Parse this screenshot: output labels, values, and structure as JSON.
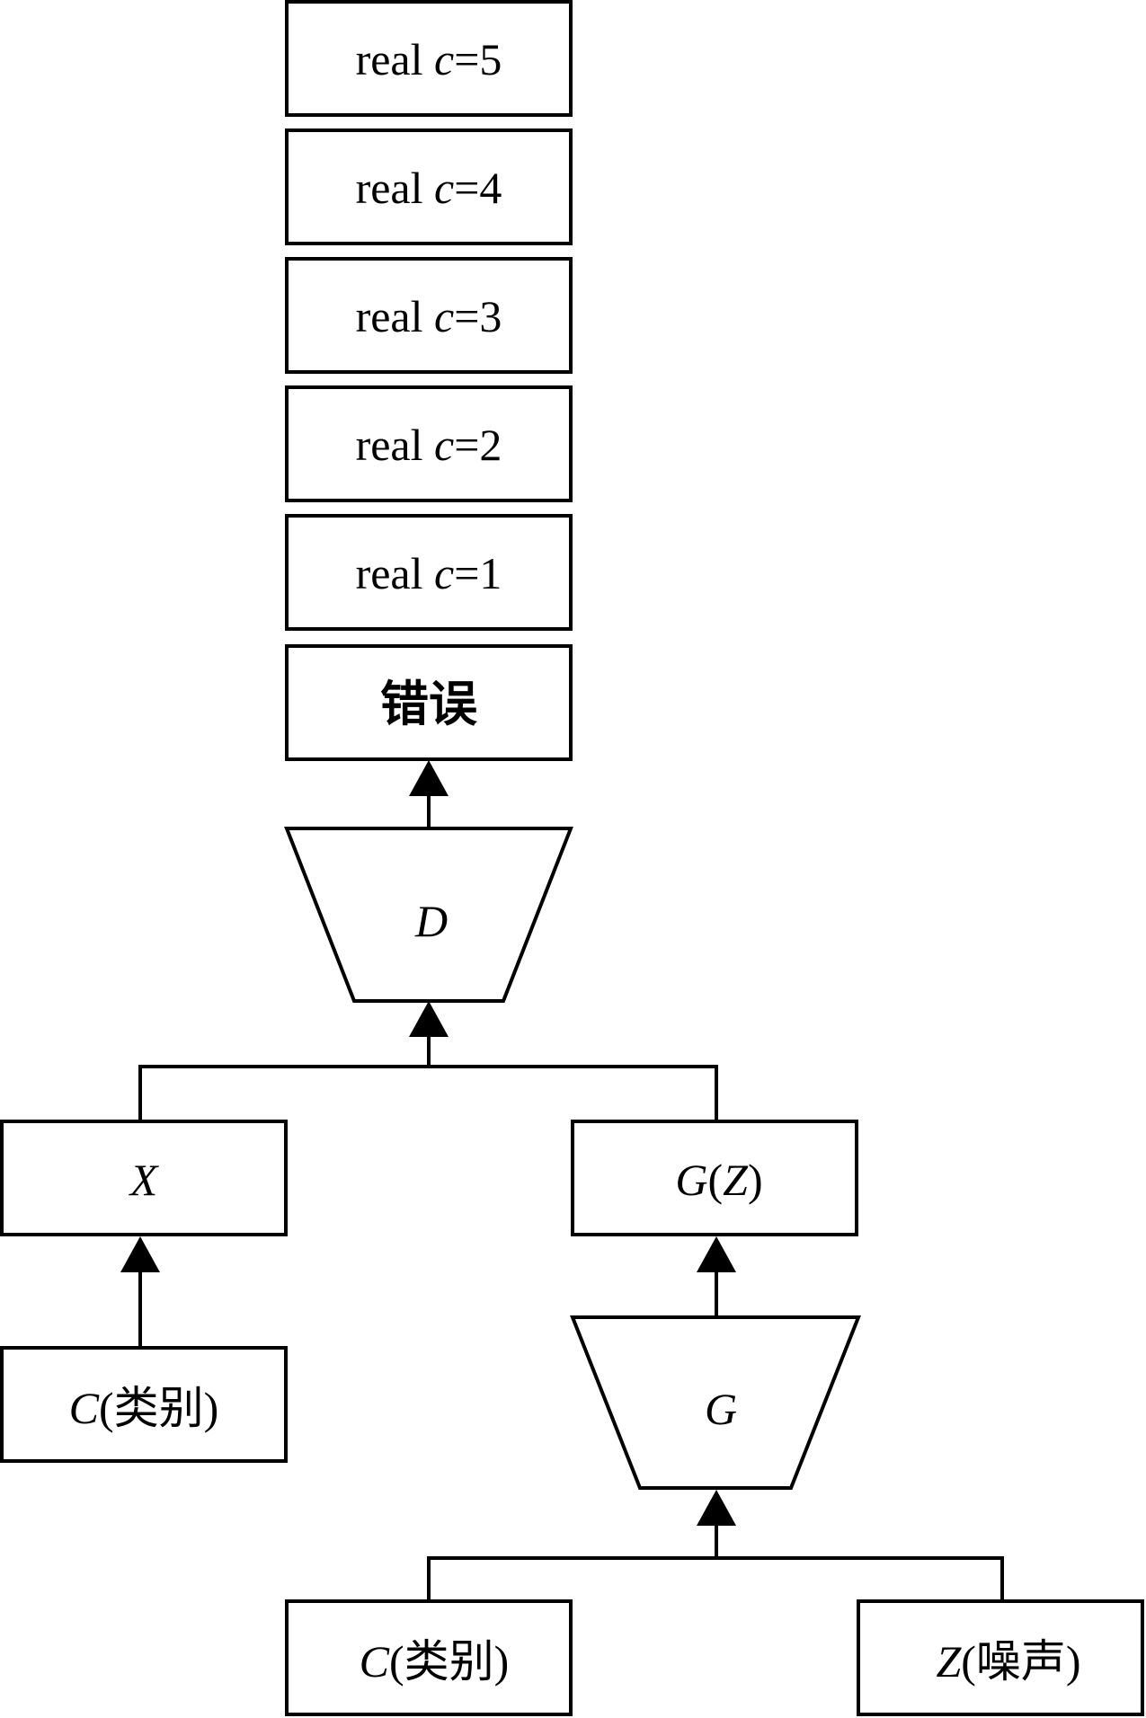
{
  "nodes": {
    "real5": {
      "prefix": "real ",
      "var": "c",
      "suffix": "=5"
    },
    "real4": {
      "prefix": "real ",
      "var": "c",
      "suffix": "=4"
    },
    "real3": {
      "prefix": "real ",
      "var": "c",
      "suffix": "=3"
    },
    "real2": {
      "prefix": "real ",
      "var": "c",
      "suffix": "=2"
    },
    "real1": {
      "prefix": "real ",
      "var": "c",
      "suffix": "=1"
    },
    "error": {
      "label": "错误"
    },
    "discriminator": {
      "var": "D"
    },
    "real_data": {
      "var": "X"
    },
    "generated": {
      "var1": "G",
      "open": "(",
      "var2": "Z",
      "close": ")"
    },
    "class_left": {
      "var": "C",
      "rest": "(类别)"
    },
    "generator": {
      "var": "G"
    },
    "class_bottom": {
      "var": "C",
      "rest": "(类别)"
    },
    "noise": {
      "var": "Z",
      "rest": "(噪声)"
    }
  }
}
